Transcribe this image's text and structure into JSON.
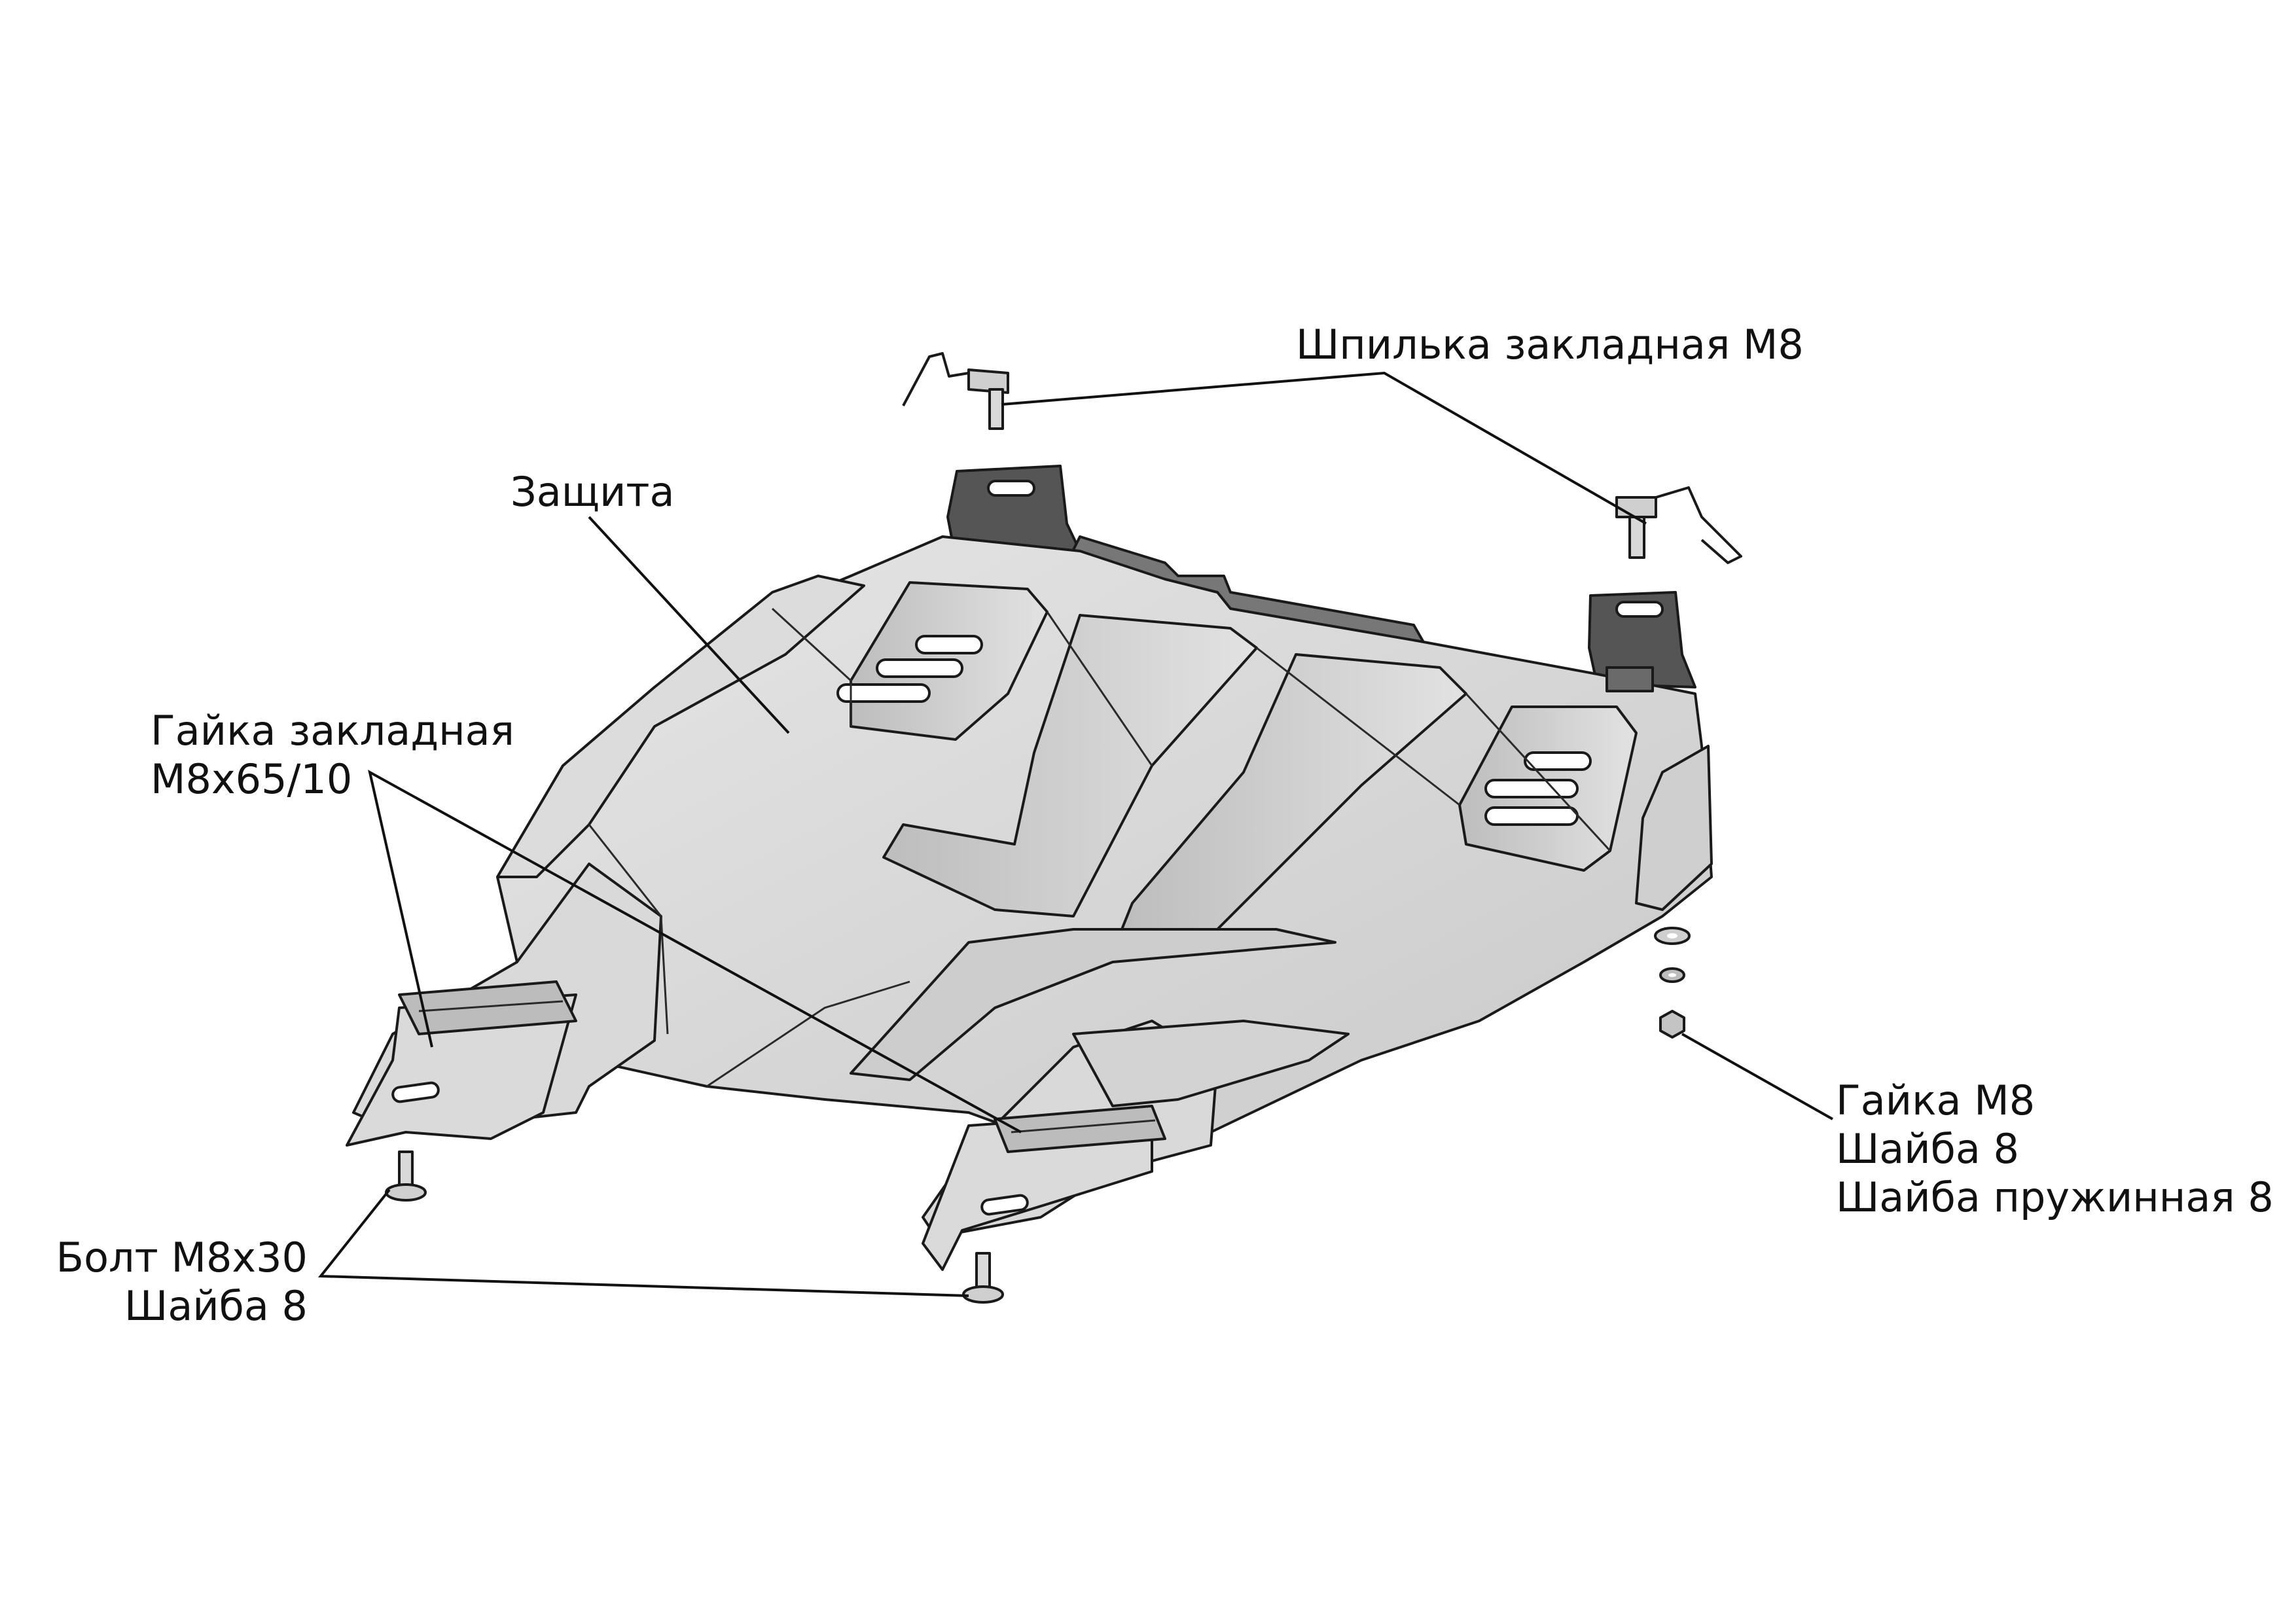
{
  "labels": {
    "stud": "Шпилька закладная М8",
    "guard": "Защита",
    "embedded_nut": [
      "Гайка закладная",
      "М8х65/10"
    ],
    "bolt": [
      "Болт М8х30",
      "Шайба 8"
    ],
    "nut": [
      "Гайка М8",
      "Шайба 8",
      "Шайба пружинная 8"
    ]
  },
  "colors": {
    "plate": "#d6d6d6",
    "plate_light": "#e9e9e9",
    "plate_shadow": "#a9a9a9",
    "dark_bracket": "#555555",
    "line": "#111111"
  }
}
